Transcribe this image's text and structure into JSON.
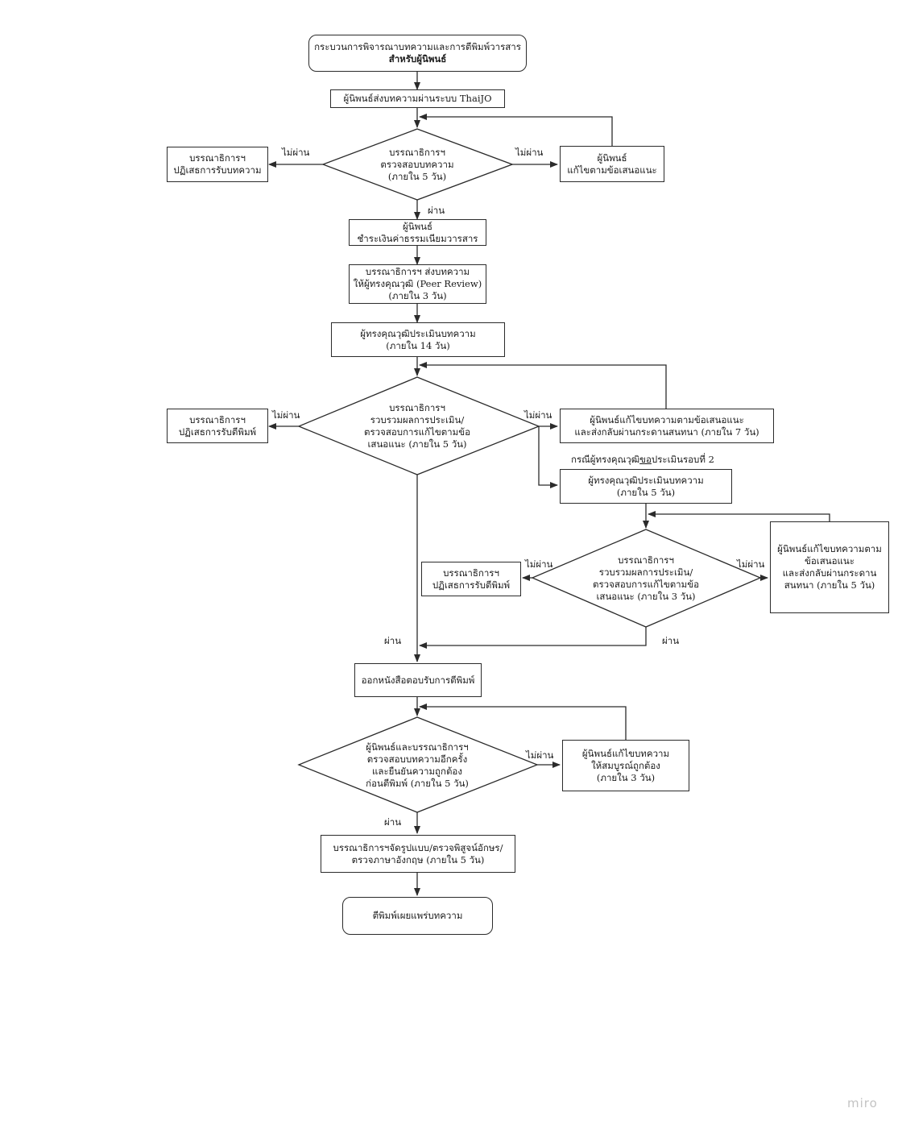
{
  "nodes": {
    "start": {
      "line1": "กระบวนการพิจารณาบทความและการตีพิมพ์วารสาร",
      "line2": "สำหรับผู้นิพนธ์"
    },
    "submit": {
      "text": "ผู้นิพนธ์ส่งบทความผ่านระบบ ThaiJO"
    },
    "reject_article": {
      "line1": "บรรณาธิการฯ",
      "line2": "ปฏิเสธการรับบทความ"
    },
    "check_article": {
      "line1": "บรรณาธิการฯ",
      "line2": "ตรวจสอบบทความ",
      "line3": "(ภายใน 5 วัน)"
    },
    "author_revise_1": {
      "line1": "ผู้นิพนธ์",
      "line2": "แก้ไขตามข้อเสนอแนะ"
    },
    "pay_fee": {
      "line1": "ผู้นิพนธ์",
      "line2": "ชำระเงินค่าธรรมเนียมวารสาร"
    },
    "send_review": {
      "line1": "บรรณาธิการฯ ส่งบทความ",
      "line2": "ให้ผู้ทรงคุณวุฒิ (Peer Review)",
      "line3": "(ภายใน 3 วัน)"
    },
    "peer_evaluate": {
      "line1": "ผู้ทรงคุณวุฒิประเมินบทความ",
      "line2": "(ภายใน 14 วัน)"
    },
    "reject_publish_1": {
      "line1": "บรรณาธิการฯ",
      "line2": "ปฏิเสธการรับตีพิมพ์"
    },
    "collect_results": {
      "line1": "บรรณาธิการฯ",
      "line2": "รวบรวมผลการประเมิน/",
      "line3": "ตรวจสอบการแก้ไขตามข้อ",
      "line4": "เสนอแนะ (ภายใน 5 วัน)"
    },
    "author_revise_2": {
      "line1": "ผู้นิพนธ์แก้ไขบทความตามข้อเสนอแนะ",
      "line2": "และส่งกลับผ่านกระดานสนทนา (ภายใน 7 วัน)"
    },
    "round2_note": {
      "pre": "กรณีผู้ทรงคุณวุฒิ",
      "underlined": "ขอ",
      "post": "ประเมินรอบที่ 2"
    },
    "peer_evaluate_2": {
      "line1": "ผู้ทรงคุณวุฒิประเมินบทความ",
      "line2": "(ภายใน 5 วัน)"
    },
    "reject_publish_2": {
      "line1": "บรรณาธิการฯ",
      "line2": "ปฏิเสธการรับตีพิมพ์"
    },
    "collect_results_2": {
      "line1": "บรรณาธิการฯ",
      "line2": "รวบรวมผลการประเมิน/",
      "line3": "ตรวจสอบการแก้ไขตามข้อ",
      "line4": "เสนอแนะ (ภายใน 3 วัน)"
    },
    "author_revise_3": {
      "line1": "ผู้นิพนธ์แก้ไขบทความตาม",
      "line2": "ข้อเสนอแนะ",
      "line3": "และส่งกลับผ่านกระดาน",
      "line4": "สนทนา (ภายใน 5 วัน)"
    },
    "acceptance_letter": {
      "text": "ออกหนังสือตอบรับการตีพิมพ์"
    },
    "final_check": {
      "line1": "ผู้นิพนธ์และบรรณาธิการฯ",
      "line2": "ตรวจสอบบทความอีกครั้ง",
      "line3": "และยืนยันความถูกต้อง",
      "line4": "ก่อนตีพิมพ์ (ภายใน 5 วัน)"
    },
    "author_revise_4": {
      "line1": "ผู้นิพนธ์แก้ไขบทความ",
      "line2": "ให้สมบูรณ์ถูกต้อง",
      "line3": "(ภายใน 3 วัน)"
    },
    "format_proof": {
      "line1": "บรรณาธิการฯจัดรูปแบบ/ตรวจพิสูจน์อักษร/",
      "line2": "ตรวจภาษาอังกฤษ (ภายใน 5 วัน)"
    },
    "publish": {
      "text": "ตีพิมพ์เผยแพร่บทความ"
    }
  },
  "labels": {
    "fail": "ไม่ผ่าน",
    "pass": "ผ่าน"
  },
  "watermark": "miro",
  "colors": {
    "line": "#2b2b2b",
    "watermark": "#c3c3c3",
    "background": "#ffffff"
  }
}
